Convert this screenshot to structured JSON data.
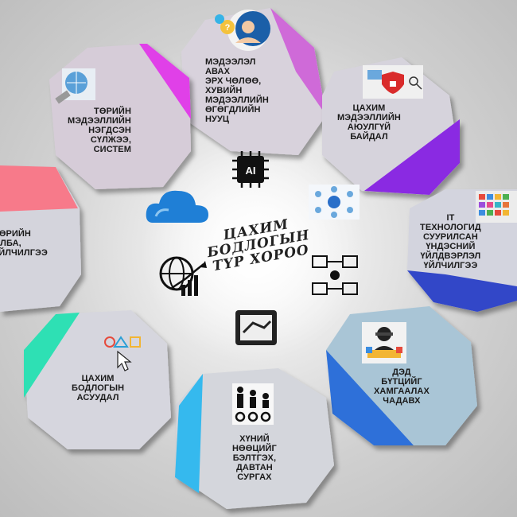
{
  "center": {
    "title": "ЦАХИМ\nБОДЛОГЫН\nТҮР ХОРОО"
  },
  "segments": [
    {
      "label": "МЭДЭЭЛЭЛ\nАВАХ\nЭРХ ЧӨЛӨӨ,\nХУВИЙН\nМЭДЭЭЛЛИЙН\nӨГӨГДЛИЙН\nНУУЦ",
      "accent": "#d05cd8"
    },
    {
      "label": "ЦАХИМ\nМЭДЭЭЛЛИЙН\nАЮУЛГҮЙ\nБАЙДАЛ",
      "accent": "#8a2be2"
    },
    {
      "label": "IT\nТЕХНОЛОГИД\nСУУРИЛСАН\nҮНДЭСНИЙ\nҮЙЛДВЭРЛЭЛ\nҮЙЛЧИЛГЭЭ",
      "accent": "#3347c8"
    },
    {
      "label": "ДЭД\nБҮТЦИЙГ\nХАМГААЛАХ\nЧАДАВХ",
      "accent": "#2e6fd9"
    },
    {
      "label": "ХҮНИЙ\nНӨӨЦИЙГ\nБЭЛТГЭХ,\nДАВТАН\nСУРГАХ",
      "accent": "#35b9ee"
    },
    {
      "label": "ЦАХИМ\nБОДЛОГЫН\nАСУУДАЛ",
      "accent": "#2fe0b4"
    },
    {
      "label": "ТӨРИЙН\nАЛБА,\nҮЙЛЧИЛГЭЭ",
      "accent": "#f77a8a"
    },
    {
      "label": "ТӨРИЙН\nМЭДЭЭЛЛИЙН\nНЭГДСЭН\nСҮЛЖЭЭ,\nСИСТЕМ",
      "accent": "#e040e8"
    }
  ],
  "icons": {
    "ai_chip_text": "AI"
  }
}
